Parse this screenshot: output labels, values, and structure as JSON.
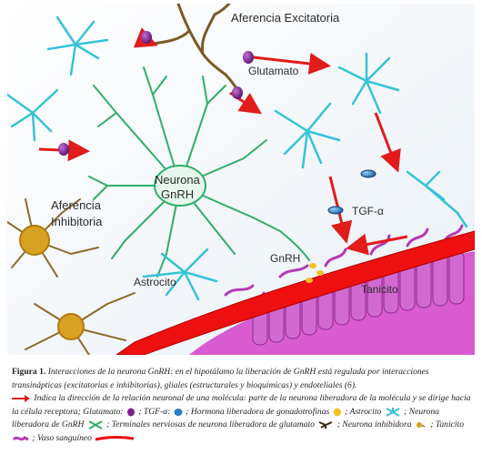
{
  "figure": {
    "labels": {
      "afferent_excitatory": "Aferencia Excitatoria",
      "glutamate": "Glutamato",
      "gnrh_neuron_line1": "Neurona",
      "gnrh_neuron_line2": "GnRH",
      "afferent_inhibitory_line1": "Aferencia",
      "afferent_inhibitory_line2": "Inhibitoria",
      "tgf_alpha": "TGF-α",
      "gnrh": "GnRH",
      "astrocyte": "Astrocito",
      "tanycyte": "Tanicito"
    },
    "colors": {
      "astrocyte": "#35c3d6",
      "gnrh_neuron": "#2fae6a",
      "excitatory_afferent": "#7a5a25",
      "inhibitory_neuron": "#d7a21f",
      "tanycyte": "#b53ab5",
      "blood_vessel": "#ee1010",
      "arrow": "#e21b1b",
      "glutamate": "#7a1f8a",
      "tgf_alpha": "#2a7fc2",
      "gnrh_hormone": "#f0c020"
    }
  },
  "caption": {
    "title": "Figura 1.",
    "intro": "Interacciones de la neurona GnRH: en el hipotálamo la liberación de GnRH está regulada por interacciones transinápticas (excitatorias e inhibitorias), gliales (estructurales y bioquímicas) y endoteliales (6).",
    "arrow_text": "Indica la dirección de la relación neuronal de una molécula: parte de la neurona liberadora de la molécula y se dirige hacia la célula receptora;",
    "glutamate": "Glutamato:",
    "tgf": "; TGF-α:",
    "gnrh_hormone": "; Hormona liberadora de gonadotrofinas",
    "astrocyte": "; Astrocito",
    "gnrh_neuron": "; Neurona liberadora de GnRH",
    "nerve_terminals": "; Terminales nerviosas de neurona liberadora de glutamato",
    "inhibitory": "; Neurona inhibidora",
    "tanycyte": "; Tanicito",
    "vessel": "; Vaso sanguíneo"
  }
}
